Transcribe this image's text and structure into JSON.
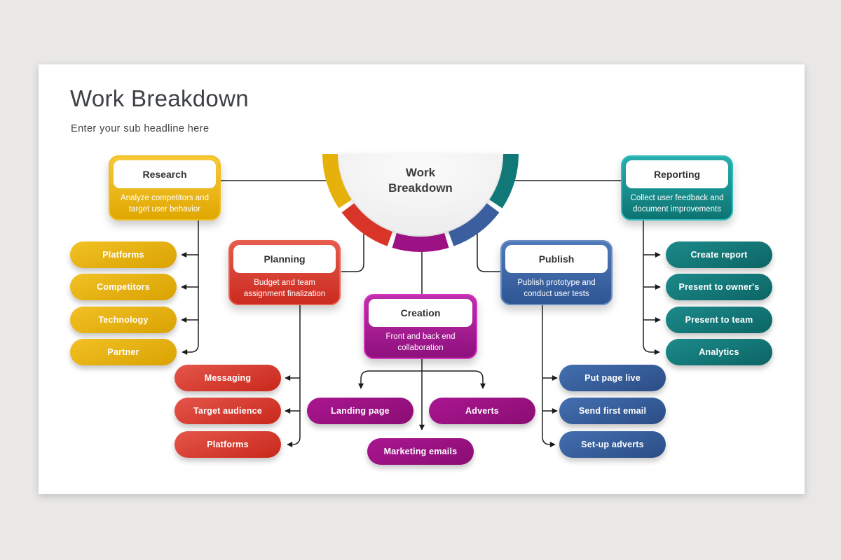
{
  "slide": {
    "title": "Work Breakdown",
    "subtitle": "Enter your sub headline here"
  },
  "center": {
    "label": "Work Breakdown",
    "segments": [
      {
        "name": "research",
        "color": "#e5b10a"
      },
      {
        "name": "planning",
        "color": "#d83528"
      },
      {
        "name": "creation",
        "color": "#9c1183"
      },
      {
        "name": "publish",
        "color": "#3b5f9e"
      },
      {
        "name": "reporting",
        "color": "#107978"
      }
    ]
  },
  "branches": [
    {
      "title": "Research",
      "description": "Analyze competitors and target user behavior",
      "colors": {
        "main": "#f0bb16",
        "dark": "#e0a701",
        "border": "#f1bd1e"
      },
      "items": [
        "Platforms",
        "Competitors",
        "Technology",
        "Partner"
      ]
    },
    {
      "title": "Planning",
      "description": "Budget and team assignment finalization",
      "colors": {
        "main": "#e04b40",
        "dark": "#cb2a1f",
        "border": "#e7604f"
      },
      "items": [
        "Messaging",
        "Target audience",
        "Platforms"
      ]
    },
    {
      "title": "Creation",
      "description": "Front and back end collaboration",
      "colors": {
        "main": "#a8148e",
        "dark": "#8f0f7d",
        "border": "#d636c0"
      },
      "items": [
        "Landing page",
        "Adverts",
        "Marketing emails"
      ]
    },
    {
      "title": "Publish",
      "description": "Publish prototype and conduct user tests",
      "colors": {
        "main": "#3e69a9",
        "dark": "#2e5594",
        "border": "#6a8fc0"
      },
      "items": [
        "Put page live",
        "Send first email",
        "Set-up adverts"
      ]
    },
    {
      "title": "Reporting",
      "description": "Collect user feedback and document improvements",
      "colors": {
        "main": "#178181",
        "dark": "#0c7473",
        "border": "#2ebdbc"
      },
      "items": [
        "Create report",
        "Present to owner's",
        "Present to team",
        "Analytics"
      ]
    }
  ],
  "connector_color": "#1f1f1f"
}
